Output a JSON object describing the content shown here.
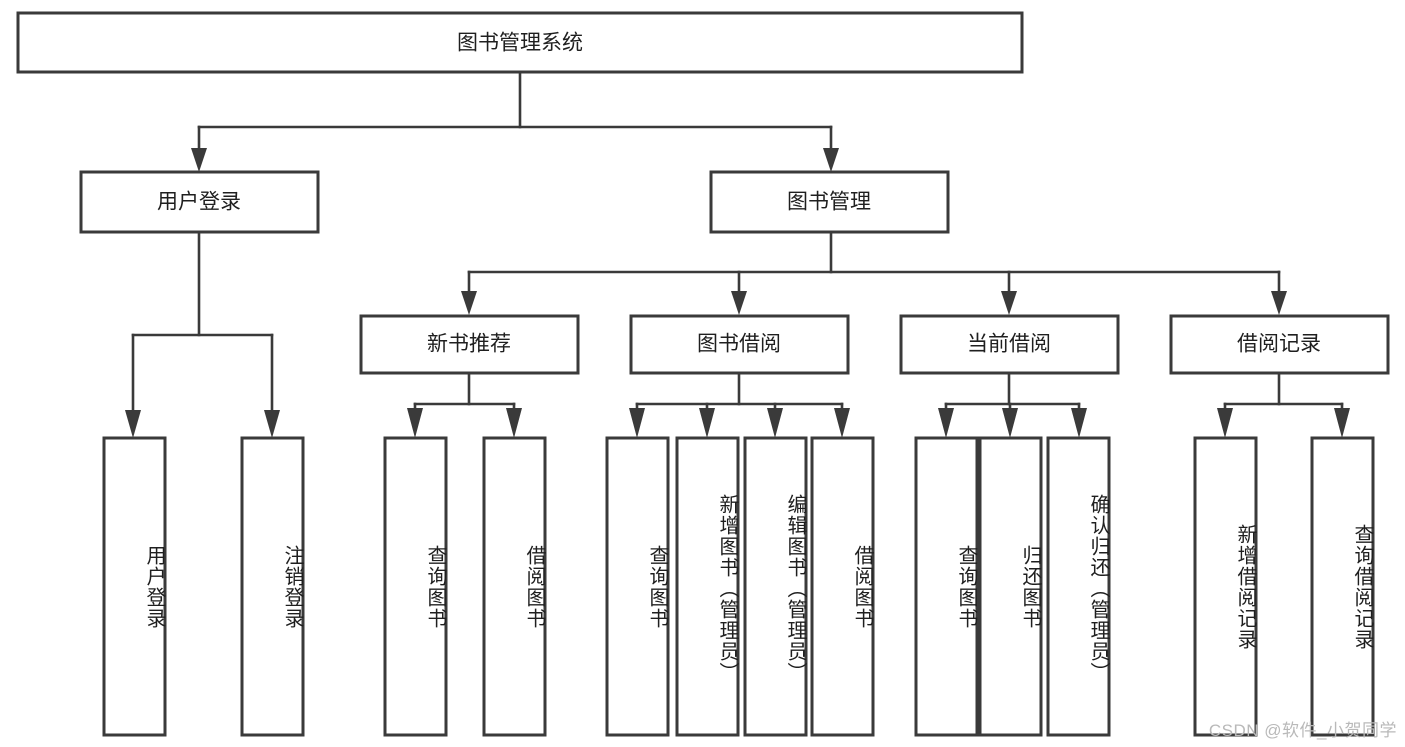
{
  "diagram": {
    "type": "tree-hierarchy",
    "title": "图书管理系统",
    "watermark": "CSDN @软件_小贺同学",
    "colors": {
      "background": "#ffffff",
      "box_fill": "#ffffff",
      "box_stroke": "#3a3a3a",
      "text": "#1f1f1f",
      "watermark_text": "#b9b9b9"
    },
    "root": {
      "label": "图书管理系统",
      "level": 0
    },
    "level1": [
      {
        "label": "用户登录"
      },
      {
        "label": "图书管理"
      }
    ],
    "level2": [
      {
        "label": "新书推荐",
        "parent": "图书管理"
      },
      {
        "label": "图书借阅",
        "parent": "图书管理"
      },
      {
        "label": "当前借阅",
        "parent": "图书管理"
      },
      {
        "label": "借阅记录",
        "parent": "图书管理"
      }
    ],
    "leaves": {
      "user_login": [
        {
          "label": "用户登录"
        },
        {
          "label": "注销登录"
        }
      ],
      "new_book_recommend": [
        {
          "label": "查询图书"
        },
        {
          "label": "借阅图书"
        }
      ],
      "book_borrow": [
        {
          "label": "查询图书"
        },
        {
          "label": "新增图书（管理员）"
        },
        {
          "label": "编辑图书（管理员）"
        },
        {
          "label": "借阅图书"
        }
      ],
      "current_borrow": [
        {
          "label": "查询图书"
        },
        {
          "label": "归还图书"
        },
        {
          "label": "确认归还（管理员）"
        }
      ],
      "borrow_record": [
        {
          "label": "新增借阅记录"
        },
        {
          "label": "查询借阅记录"
        }
      ]
    }
  }
}
